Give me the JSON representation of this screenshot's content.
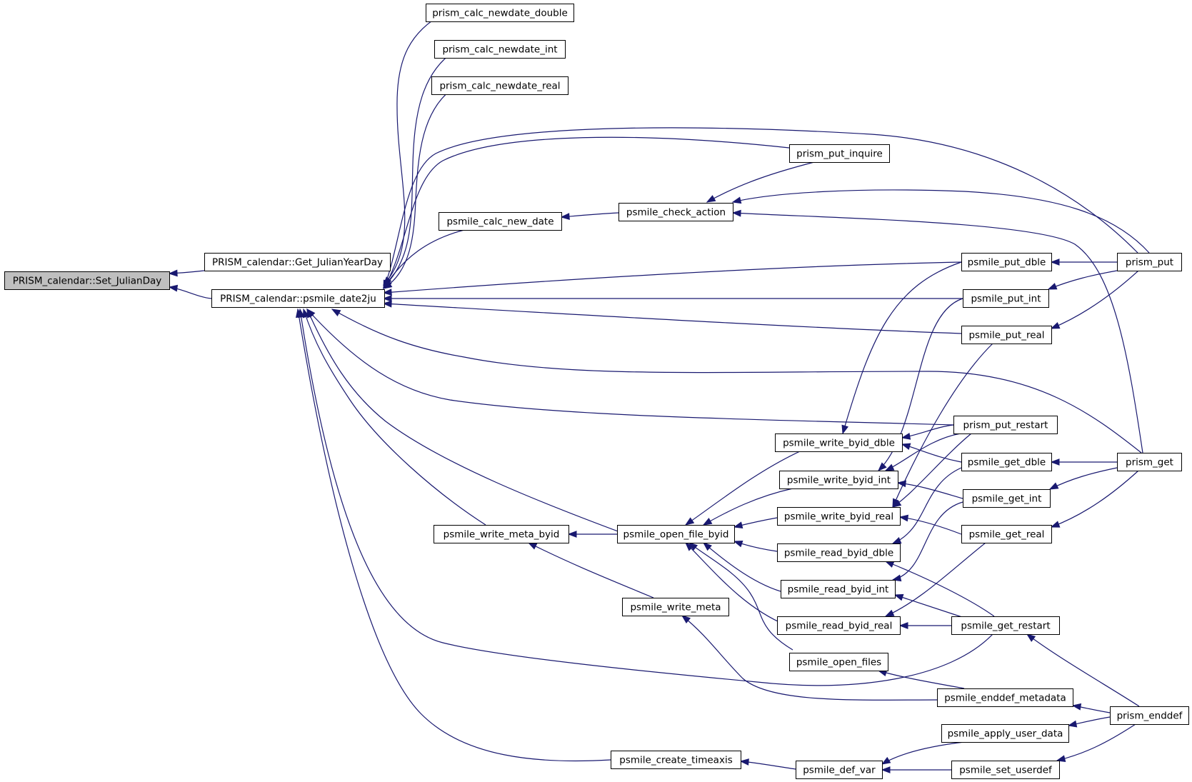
{
  "graph": {
    "type": "caller-graph",
    "colors": {
      "edge": "#191970",
      "root_fill": "#bfbfbf",
      "node_fill": "#ffffff",
      "node_border": "#000000"
    },
    "nodes": [
      {
        "id": "set_julianday",
        "label": "PRISM_calendar::Set_JulianDay",
        "root": true
      },
      {
        "id": "get_julianyearday",
        "label": "PRISM_calendar::Get_JulianYearDay"
      },
      {
        "id": "psmile_date2ju",
        "label": "PRISM_calendar::psmile_date2ju"
      },
      {
        "id": "prism_calc_newdate_double",
        "label": "prism_calc_newdate_double"
      },
      {
        "id": "prism_calc_newdate_int",
        "label": "prism_calc_newdate_int"
      },
      {
        "id": "prism_calc_newdate_real",
        "label": "prism_calc_newdate_real"
      },
      {
        "id": "prism_put_inquire",
        "label": "prism_put_inquire"
      },
      {
        "id": "psmile_calc_new_date",
        "label": "psmile_calc_new_date"
      },
      {
        "id": "psmile_check_action",
        "label": "psmile_check_action"
      },
      {
        "id": "psmile_put_dble",
        "label": "psmile_put_dble"
      },
      {
        "id": "prism_put",
        "label": "prism_put"
      },
      {
        "id": "psmile_put_int",
        "label": "psmile_put_int"
      },
      {
        "id": "psmile_put_real",
        "label": "psmile_put_real"
      },
      {
        "id": "prism_put_restart",
        "label": "prism_put_restart"
      },
      {
        "id": "psmile_write_byid_dble",
        "label": "psmile_write_byid_dble"
      },
      {
        "id": "psmile_get_dble",
        "label": "psmile_get_dble"
      },
      {
        "id": "prism_get",
        "label": "prism_get"
      },
      {
        "id": "psmile_write_byid_int",
        "label": "psmile_write_byid_int"
      },
      {
        "id": "psmile_get_int",
        "label": "psmile_get_int"
      },
      {
        "id": "psmile_write_byid_real",
        "label": "psmile_write_byid_real"
      },
      {
        "id": "psmile_get_real",
        "label": "psmile_get_real"
      },
      {
        "id": "psmile_write_meta_byid",
        "label": "psmile_write_meta_byid"
      },
      {
        "id": "psmile_open_file_byid",
        "label": "psmile_open_file_byid"
      },
      {
        "id": "psmile_read_byid_dble",
        "label": "psmile_read_byid_dble"
      },
      {
        "id": "psmile_read_byid_int",
        "label": "psmile_read_byid_int"
      },
      {
        "id": "psmile_write_meta",
        "label": "psmile_write_meta"
      },
      {
        "id": "psmile_read_byid_real",
        "label": "psmile_read_byid_real"
      },
      {
        "id": "psmile_get_restart",
        "label": "psmile_get_restart"
      },
      {
        "id": "psmile_open_files",
        "label": "psmile_open_files"
      },
      {
        "id": "psmile_enddef_metadata",
        "label": "psmile_enddef_metadata"
      },
      {
        "id": "prism_enddef",
        "label": "prism_enddef"
      },
      {
        "id": "psmile_apply_user_data",
        "label": "psmile_apply_user_data"
      },
      {
        "id": "psmile_create_timeaxis",
        "label": "psmile_create_timeaxis"
      },
      {
        "id": "psmile_def_var",
        "label": "psmile_def_var"
      },
      {
        "id": "psmile_set_userdef",
        "label": "psmile_set_userdef"
      }
    ],
    "edges": [
      {
        "from": "get_julianyearday",
        "to": "set_julianday"
      },
      {
        "from": "psmile_date2ju",
        "to": "set_julianday"
      },
      {
        "from": "prism_calc_newdate_double",
        "to": "psmile_date2ju"
      },
      {
        "from": "prism_calc_newdate_int",
        "to": "psmile_date2ju"
      },
      {
        "from": "prism_calc_newdate_real",
        "to": "psmile_date2ju"
      },
      {
        "from": "prism_put_inquire",
        "to": "psmile_date2ju"
      },
      {
        "from": "prism_put",
        "to": "psmile_date2ju"
      },
      {
        "from": "psmile_calc_new_date",
        "to": "psmile_date2ju"
      },
      {
        "from": "psmile_put_dble",
        "to": "psmile_date2ju"
      },
      {
        "from": "psmile_put_int",
        "to": "psmile_date2ju"
      },
      {
        "from": "psmile_put_real",
        "to": "psmile_date2ju"
      },
      {
        "from": "prism_get",
        "to": "psmile_date2ju"
      },
      {
        "from": "prism_put_restart",
        "to": "psmile_date2ju"
      },
      {
        "from": "psmile_open_file_byid",
        "to": "psmile_date2ju"
      },
      {
        "from": "psmile_write_meta_byid",
        "to": "psmile_date2ju"
      },
      {
        "from": "psmile_get_restart",
        "to": "psmile_date2ju"
      },
      {
        "from": "psmile_create_timeaxis",
        "to": "psmile_date2ju"
      },
      {
        "from": "psmile_check_action",
        "to": "psmile_calc_new_date"
      },
      {
        "from": "prism_put_inquire",
        "to": "psmile_check_action"
      },
      {
        "from": "prism_put",
        "to": "psmile_check_action"
      },
      {
        "from": "prism_get",
        "to": "psmile_check_action"
      },
      {
        "from": "prism_put",
        "to": "psmile_put_dble"
      },
      {
        "from": "prism_put",
        "to": "psmile_put_int"
      },
      {
        "from": "prism_put",
        "to": "psmile_put_real"
      },
      {
        "from": "prism_get",
        "to": "psmile_get_dble"
      },
      {
        "from": "prism_get",
        "to": "psmile_get_int"
      },
      {
        "from": "prism_get",
        "to": "psmile_get_real"
      },
      {
        "from": "psmile_put_dble",
        "to": "psmile_write_byid_dble"
      },
      {
        "from": "prism_put_restart",
        "to": "psmile_write_byid_dble"
      },
      {
        "from": "psmile_get_dble",
        "to": "psmile_write_byid_dble"
      },
      {
        "from": "psmile_put_int",
        "to": "psmile_write_byid_int"
      },
      {
        "from": "prism_put_restart",
        "to": "psmile_write_byid_int"
      },
      {
        "from": "psmile_get_int",
        "to": "psmile_write_byid_int"
      },
      {
        "from": "psmile_put_real",
        "to": "psmile_write_byid_real"
      },
      {
        "from": "prism_put_restart",
        "to": "psmile_write_byid_real"
      },
      {
        "from": "psmile_get_real",
        "to": "psmile_write_byid_real"
      },
      {
        "from": "psmile_get_dble",
        "to": "psmile_read_byid_dble"
      },
      {
        "from": "psmile_get_restart",
        "to": "psmile_read_byid_dble"
      },
      {
        "from": "psmile_get_int",
        "to": "psmile_read_byid_int"
      },
      {
        "from": "psmile_get_restart",
        "to": "psmile_read_byid_int"
      },
      {
        "from": "psmile_get_real",
        "to": "psmile_read_byid_real"
      },
      {
        "from": "psmile_get_restart",
        "to": "psmile_read_byid_real"
      },
      {
        "from": "psmile_write_byid_dble",
        "to": "psmile_open_file_byid"
      },
      {
        "from": "psmile_write_byid_int",
        "to": "psmile_open_file_byid"
      },
      {
        "from": "psmile_write_byid_real",
        "to": "psmile_open_file_byid"
      },
      {
        "from": "psmile_read_byid_dble",
        "to": "psmile_open_file_byid"
      },
      {
        "from": "psmile_read_byid_int",
        "to": "psmile_open_file_byid"
      },
      {
        "from": "psmile_read_byid_real",
        "to": "psmile_open_file_byid"
      },
      {
        "from": "psmile_open_files",
        "to": "psmile_open_file_byid"
      },
      {
        "from": "psmile_open_file_byid",
        "to": "psmile_write_meta_byid"
      },
      {
        "from": "psmile_write_meta",
        "to": "psmile_write_meta_byid"
      },
      {
        "from": "psmile_enddef_metadata",
        "to": "psmile_write_meta"
      },
      {
        "from": "psmile_enddef_metadata",
        "to": "psmile_open_files"
      },
      {
        "from": "prism_enddef",
        "to": "psmile_enddef_metadata"
      },
      {
        "from": "prism_enddef",
        "to": "psmile_get_restart"
      },
      {
        "from": "prism_enddef",
        "to": "psmile_apply_user_data"
      },
      {
        "from": "prism_enddef",
        "to": "psmile_set_userdef"
      },
      {
        "from": "psmile_apply_user_data",
        "to": "psmile_def_var"
      },
      {
        "from": "psmile_set_userdef",
        "to": "psmile_def_var"
      },
      {
        "from": "psmile_def_var",
        "to": "psmile_create_timeaxis"
      }
    ]
  }
}
